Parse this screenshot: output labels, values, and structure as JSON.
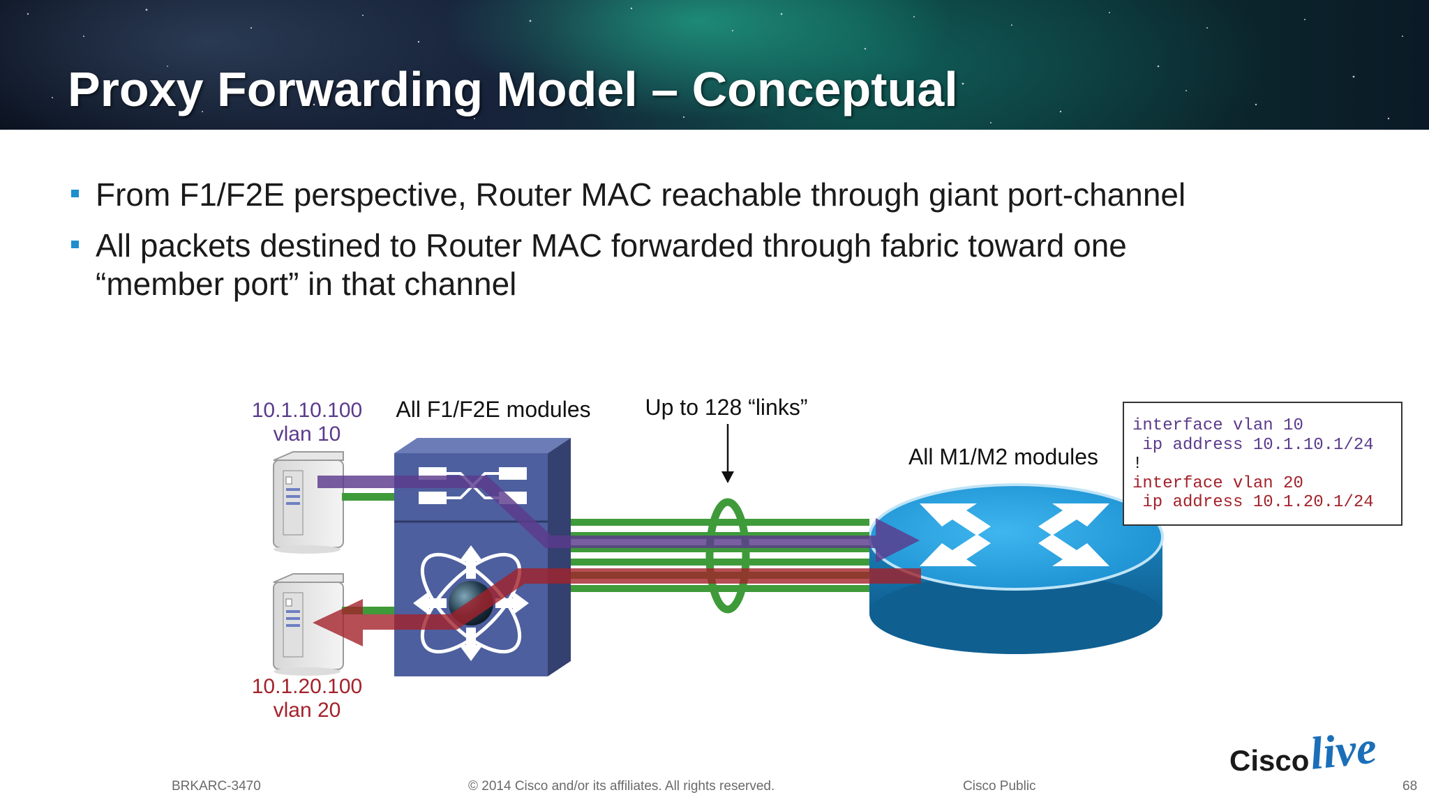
{
  "slide": {
    "title": "Proxy Forwarding Model – Conceptual",
    "bullets": [
      "From F1/F2E perspective, Router MAC reachable through giant port-channel",
      "All packets destined to Router MAC forwarded through fabric toward one",
      "“member port” in that channel"
    ]
  },
  "diagram": {
    "host_top": {
      "ip": "10.1.10.100",
      "vlan": "vlan 10"
    },
    "host_bottom": {
      "ip": "10.1.20.100",
      "vlan": "vlan 20"
    },
    "switch_label": "All F1/F2E modules",
    "links_label": "Up to 128 “links”",
    "router_label": "All M1/M2 modules",
    "config_lines": [
      "interface vlan 10",
      " ip address 10.1.10.1/24",
      "!",
      "interface vlan 20",
      " ip address 10.1.20.1/24"
    ],
    "colors": {
      "vlan10": "#5b3a8c",
      "vlan20": "#a3222b",
      "links": "#3f9a3a",
      "switch": "#4d5f9e",
      "router": "#1b8fd0"
    }
  },
  "footer": {
    "session": "BRKARC-3470",
    "copyright": "© 2014 Cisco and/or its affiliates. All rights reserved.",
    "classification": "Cisco Public",
    "page": "68"
  },
  "logo": {
    "word": "Cisco",
    "script": "live!"
  }
}
